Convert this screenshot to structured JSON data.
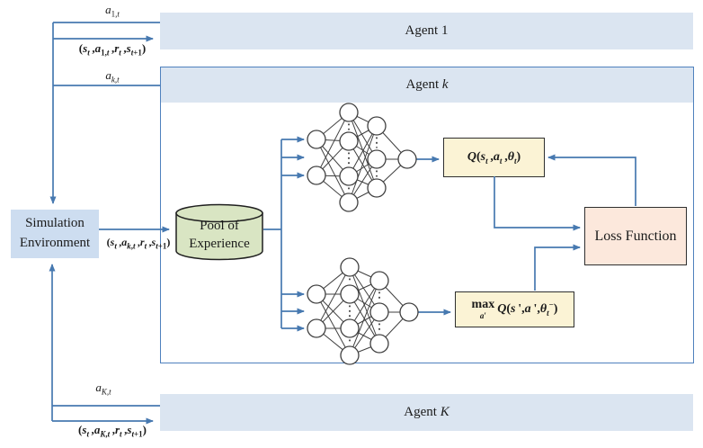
{
  "title": "Multi-agent DQN training architecture diagram",
  "colors": {
    "agent_bar_fill": "#dbe5f1",
    "agent_k_border": "#4f81bd",
    "sim_env_fill": "#cdddf0",
    "pool_fill": "#d9e5c3",
    "q_box_fill": "#fbf3d5",
    "loss_box_fill": "#fce8dc",
    "arrow_blue": "#4779b0",
    "network_stroke": "#3f3f3f"
  },
  "agents": {
    "agent_1_label_html": "Agent 1",
    "agent_k_label_html": "Agent <i>k</i>",
    "agent_K_label_html": "Agent <i>K</i>"
  },
  "environment": {
    "line1": "Simulation",
    "line2": "Environment"
  },
  "pool": {
    "line1": "Pool of",
    "line2": "Experience"
  },
  "boxes": {
    "q_current_html": "<i>Q</i>(<i>s</i><sub><i>t</i></sub> ,<i>a</i><sub><i>t</i></sub> ,<i>θ</i><sub><i>t</i></sub>)",
    "q_target_html": "<span class=\"stack\"><span class=\"op\">max</span><span class=\"under\"><i>a</i>′</span></span><i>Q</i>(<i>s</i> <b>'</b>,<i>a</i> <b>'</b>,<i>θ</i><sub><i>t</i></sub><sup>−</sup>)",
    "loss_label": "Loss Function"
  },
  "edge_labels": {
    "a_1t_html": "<i>a</i><sub>1,<i>t</i></sub>",
    "a_kt_html": "<i>a</i><sub><i>k</i>,<i>t</i></sub>",
    "a_Kt_html": "<i>a</i><sub><i>K</i>,<i>t</i></sub>",
    "tuple_1_html": "(<i>s</i><sub><i>t</i></sub> ,<i>a</i><sub>1,<i>t</i></sub> ,<i>r</i><sub><i>t</i></sub> ,<i>s</i><sub><i>t</i>+1</sub>)",
    "tuple_k_html": "(<i>s</i><sub><i>t</i></sub> ,<i>a</i><sub><i>k</i>,<i>t</i></sub> ,<i>r</i><sub><i>t</i></sub> ,<i>s</i><sub><i>t</i>+1</sub>)",
    "tuple_K_html": "(<i>s</i><sub><i>t</i></sub> ,<i>a</i><sub><i>K</i>,<i>t</i></sub> ,<i>r</i><sub><i>t</i></sub> ,<i>s</i><sub><i>t</i>+1</sub>)"
  },
  "network": {
    "count": 2,
    "layers": [
      2,
      4,
      3,
      1
    ],
    "note": "two identical fully-connected networks (online and target), hidden layers truncated with vertical ellipsis dots"
  }
}
